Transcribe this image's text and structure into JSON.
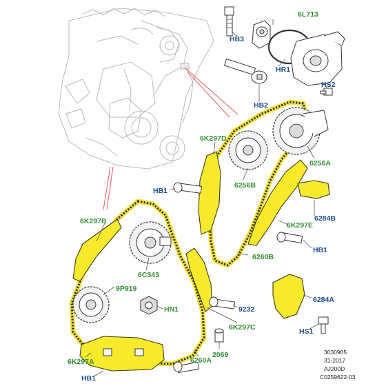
{
  "diagram": {
    "labels": {
      "l_6L713": "6L713",
      "l_HB3": "HB3",
      "l_HR1": "HR1",
      "l_HS2": "HS2",
      "l_HB2": "HB2",
      "l_6K297D": "6K297D",
      "l_6256A": "6256A",
      "l_HB1_top": "HB1",
      "l_6256B": "6256B",
      "l_6K297B": "6K297B",
      "l_6284B": "6284B",
      "l_6K297E": "6K297E",
      "l_HB1_right": "HB1",
      "l_6C343": "6C343",
      "l_6260B": "6260B",
      "l_9P919": "9P919",
      "l_HN1": "HN1",
      "l_9232": "9232",
      "l_6284A": "6284A",
      "l_6K297C": "6K297C",
      "l_HS1": "HS1",
      "l_6K297A": "6K297A",
      "l_6260A": "6260A",
      "l_2069": "2069",
      "l_HB1_bottom": "HB1"
    },
    "meta": {
      "ref1": "3030905",
      "ref2": "31-2017",
      "ref3": "AJ200D",
      "ref4": "C0259622-03"
    },
    "colors": {
      "highlight": "#f7ea2c",
      "callout_part": "#2f8f2f",
      "callout_fastener": "#1a4f8f",
      "pointer_lines": "#e35a5a"
    }
  }
}
